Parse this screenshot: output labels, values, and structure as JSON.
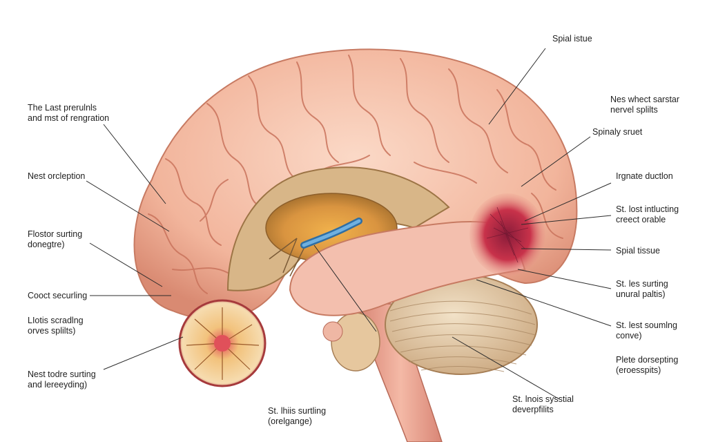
{
  "labels": {
    "spial_istue": [
      "Spial istue"
    ],
    "nes_whect": [
      "Nes whect sarstar",
      "nervel splilts"
    ],
    "spinaly_sruet": [
      "Spinaly sruet"
    ],
    "irgnate": [
      "Irgnate ductlon"
    ],
    "st_lost": [
      "St. lost intlucting",
      "creect orable"
    ],
    "spial_tissue": [
      "Spial tissue"
    ],
    "st_les": [
      "St. les surting",
      "unural paltis)"
    ],
    "st_lest": [
      "St. lest soumlng",
      "conve)"
    ],
    "plete": [
      "Plete dorsepting",
      "(eroesspits)"
    ],
    "st_lnois": [
      "St. lnois sysstial",
      "deverpfilits"
    ],
    "st_lhis": [
      "St. lhiis surtling",
      "(orelgange)"
    ],
    "the_last": [
      "The Last prerulnls",
      "and mst of rengration"
    ],
    "nest_orclep": [
      "Nest orcleption"
    ],
    "flostor": [
      "Flostor surting",
      "donegtre)"
    ],
    "coost": [
      "Cooct securling"
    ],
    "llotis": [
      "LIotis scradlng",
      "orves splilts)"
    ],
    "nest_todre": [
      "Nest todre surting",
      "and lereeyding)"
    ]
  },
  "colors": {
    "cortex": "#f2b59c",
    "cortex_shadow": "#d98a72",
    "gyri_line": "#c9735c",
    "thalamus": "#d9b98a",
    "cerebellum": "#e7cfae",
    "lesion": "#c8324a",
    "brainstem": "#e8a08e",
    "vessel_blue": "#4a8ec4",
    "leader": "#2b2b2b"
  }
}
